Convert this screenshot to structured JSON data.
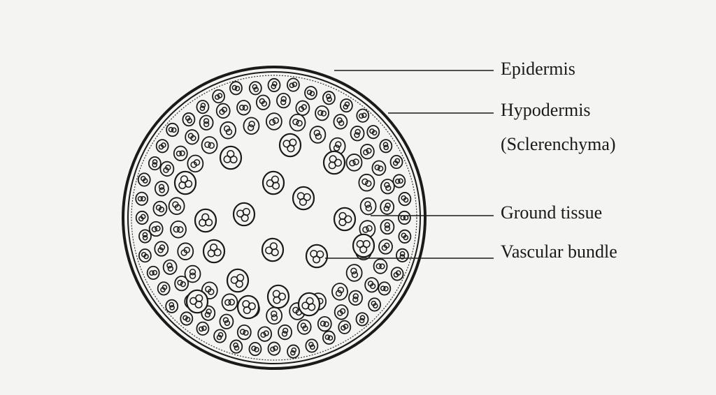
{
  "labels": {
    "epidermis": "Epidermis",
    "hypodermis": "Hypodermis",
    "sclerenchyma": "(Sclerenchyma)",
    "ground_tissue": "Ground tissue",
    "vascular_bundle": "Vascular bundle"
  },
  "colors": {
    "ink": "#1a1a1a",
    "paper": "#f4f4f2"
  },
  "structures": {
    "stem_type": "monocot-stem-transverse-section",
    "outer_ring_bundles": "small, densely packed near periphery",
    "inner_bundles": "larger, scattered in ground tissue"
  }
}
